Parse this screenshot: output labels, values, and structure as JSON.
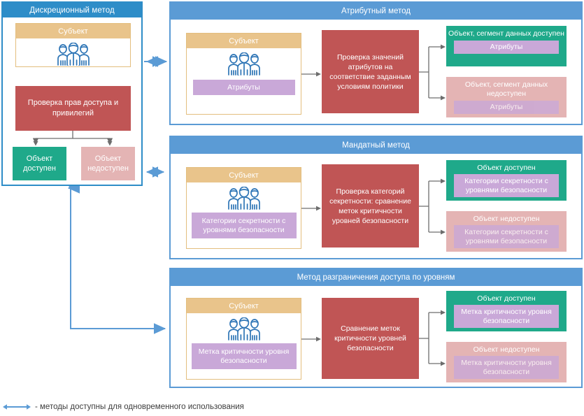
{
  "diagram": {
    "accent_blue": "#5B9BD5",
    "accent_blue_dark": "#2E8DC8",
    "subject_gold": "#E9C48B",
    "process_red": "#C05555",
    "result_ok_green": "#1FA98A",
    "result_no_pink": "#E4B4B4",
    "chip_purple": "#C9A8D8"
  },
  "left_panel": {
    "title": "Дискреционный метод",
    "subject": {
      "title": "Субъект",
      "icon": "people-icon"
    },
    "process": "Проверка прав доступа и привилегий",
    "result_ok": "Объект доступен",
    "result_no": "Объект недоступен"
  },
  "panels": [
    {
      "title": "Атрибутный метод",
      "subject": {
        "title": "Субъект",
        "icon": "people-icon",
        "chip": "Атрибуты"
      },
      "process": "Проверка значений атрибутов на соответствие заданным условиям политики",
      "result_ok": {
        "title": "Объект, сегмент данных доступен",
        "chip": "Атрибуты"
      },
      "result_no": {
        "title": "Объект, сегмент данных недоступен",
        "chip": "Атрибуты"
      }
    },
    {
      "title": "Мандатный метод",
      "subject": {
        "title": "Субъект",
        "icon": "people-icon",
        "chip": "Категории секретности с уровнями безопасности"
      },
      "process": "Проверка категорий секретности: сравнение меток критичности уровней безопасности",
      "result_ok": {
        "title": "Объект доступен",
        "chip": "Категории секретности с уровнями безопасности"
      },
      "result_no": {
        "title": "Объект недоступен",
        "chip": "Категории секретности с уровнями безопасности"
      }
    },
    {
      "title": "Метод разграничения доступа по уровням",
      "subject": {
        "title": "Субъект",
        "icon": "people-icon",
        "chip": "Метка критичности уровня безопасности"
      },
      "process": "Сравнение меток критичности уровней безопасности",
      "result_ok": {
        "title": "Объект доступен",
        "chip": "Метка критичности уровня безопасности"
      },
      "result_no": {
        "title": "Объект недоступен",
        "chip": "Метка критичности уровня безопасности"
      }
    }
  ],
  "legend": {
    "icon": "double-arrow-icon",
    "text": "- методы доступны для одновременного использования"
  }
}
